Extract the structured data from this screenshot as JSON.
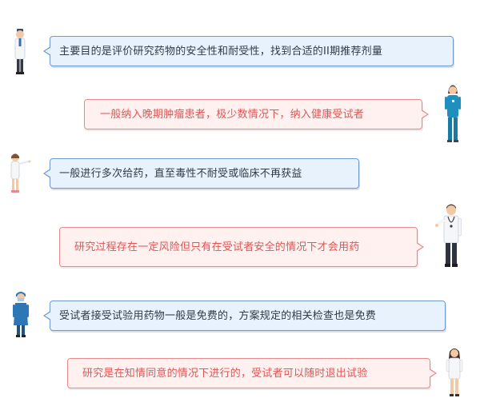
{
  "messages": [
    {
      "text": "主要目的是评价研究药物的安全性和耐受性，找到合适的II期推荐剂量",
      "side": "left",
      "figure": "male-doctor-icon"
    },
    {
      "text": "一般纳入晚期肿瘤患者，极少数情况下，纳入健康受试者",
      "side": "right",
      "figure": "female-nurse-icon"
    },
    {
      "text": "一般进行多次给药，直至毒性不耐受或临床不再获益",
      "side": "left",
      "figure": "female-nurse-pointing-icon"
    },
    {
      "text": "研究过程存在一定风险但只有在受试者安全的情况下才会用药",
      "side": "right",
      "figure": "doctor-with-stethoscope-icon"
    },
    {
      "text": "受试者接受试验用药物一般是免费的，方案规定的相关检查也是免费",
      "side": "left",
      "figure": "surgeon-in-gown-icon"
    },
    {
      "text": "研究是在知情同意的情况下进行的，受试者可以随时退出试验",
      "side": "right",
      "figure": "female-doctor-icon"
    }
  ],
  "colors": {
    "blue_bubble_bg": "#e8f2fc",
    "blue_bubble_border": "#6f99cf",
    "red_bubble_bg": "#fff1ef",
    "red_bubble_border": "#e7898a",
    "red_text": "#dd5756",
    "dark_text": "#2e3a48"
  }
}
